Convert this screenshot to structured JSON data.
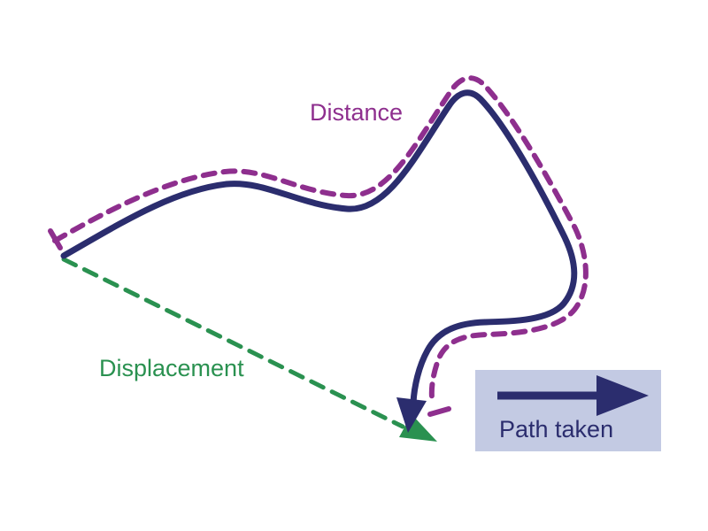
{
  "diagram": {
    "labels": {
      "distance": "Distance",
      "displacement": "Displacement"
    },
    "legend": {
      "label": "Path taken"
    },
    "colors": {
      "path_taken": "#2b2d6e",
      "distance": "#8e2f8e",
      "displacement": "#2a9150",
      "legend_background": "#c3cae3",
      "background": "#ffffff"
    }
  }
}
